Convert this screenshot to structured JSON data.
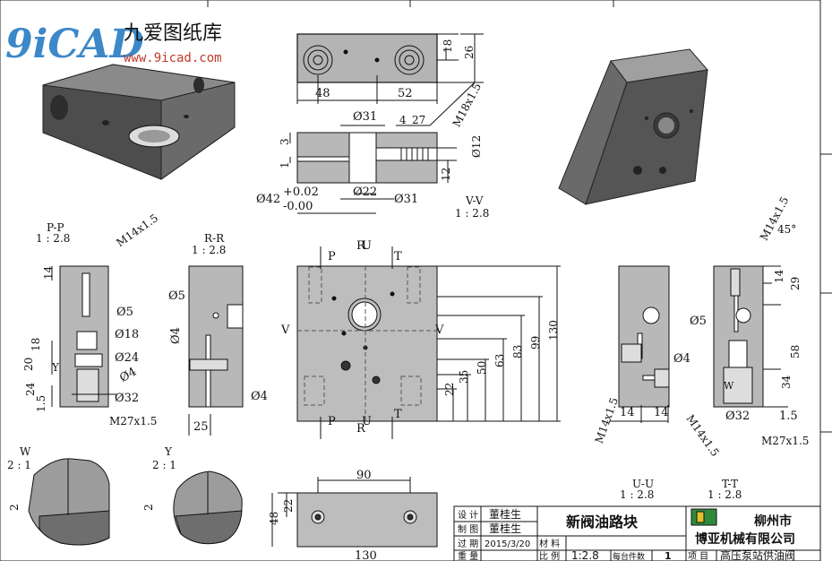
{
  "watermark": {
    "logo_text": "9iCAD",
    "site_name": "九爱图纸库",
    "url": "www.9icad.com"
  },
  "views": {
    "top": {
      "d1": "18",
      "d2": "26",
      "w1": "48",
      "w2": "52"
    },
    "front_section": {
      "d_top": "Ø31",
      "d_27": "27",
      "d_4": "4",
      "thread": "M18x1.5",
      "d_3": "3",
      "d_1": "1",
      "d_12": "Ø12",
      "d_12b": "12",
      "d_42": "Ø42",
      "tol_up": "+0.02",
      "tol_dn": "-0.00",
      "d_22": "Ø22",
      "d_31b": "Ø31",
      "section_name": "V-V",
      "section_scale": "1 : 2.8"
    },
    "pp": {
      "name": "P-P",
      "scale": "1 : 2.8",
      "thread": "M14x1.5",
      "d14": "14",
      "d5": "Ø5",
      "d18": "Ø18",
      "d24": "Ø24",
      "d4": "Ø4",
      "d32": "Ø32",
      "dim18": "18",
      "dim20": "20",
      "dim24": "24",
      "dim15": "1.5",
      "dimY": "Y",
      "m27": "M27x1.5"
    },
    "rr": {
      "name": "R-R",
      "scale": "1 : 2.8",
      "d5": "Ø5",
      "d4v": "Ø4",
      "d4": "Ø4",
      "d25": "25"
    },
    "main": {
      "P": "P",
      "T": "T",
      "R": "R",
      "U": "U",
      "V": "V",
      "dims": [
        "22",
        "35",
        "50",
        "63",
        "83",
        "99",
        "130"
      ]
    },
    "uu": {
      "name": "U-U",
      "scale": "1 : 2.8",
      "d5": "Ø5",
      "d4": "Ø4",
      "d14a": "14",
      "d14b": "14",
      "m14a": "M14x1.5",
      "m14b": "M14x1.5"
    },
    "tt": {
      "name": "T-T",
      "scale": "1 : 2.8",
      "thread": "M14x1.5",
      "ang": "45°",
      "d14": "14",
      "d29": "29",
      "d58": "58",
      "d34": "34",
      "d32": "Ø32",
      "d15": "1.5",
      "m27": "M27x1.5",
      "W": "W"
    },
    "detail_w": {
      "name": "W",
      "scale": "2 : 1",
      "dim": "2"
    },
    "detail_y": {
      "name": "Y",
      "scale": "2 : 1",
      "dim": "2"
    },
    "bottom": {
      "d90": "90",
      "d22": "22",
      "d48": "48",
      "d130": "130"
    }
  },
  "title_block": {
    "design_label": "设 计",
    "designer": "董桂生",
    "draw_label": "制 图",
    "drafter": "董桂生",
    "check_label": "过 期",
    "date": "2015/3/20",
    "material_label": "材 料",
    "weight_label": "重 量",
    "scale_label": "比 例",
    "scale": "1:2.8",
    "qty_label": "每台件数",
    "qty": "1",
    "part_name": "新阀油路块",
    "company_city": "柳州市",
    "company_name": "博亚机械有限公司",
    "project_label": "项 目",
    "project": "高压泵站供油阀"
  }
}
